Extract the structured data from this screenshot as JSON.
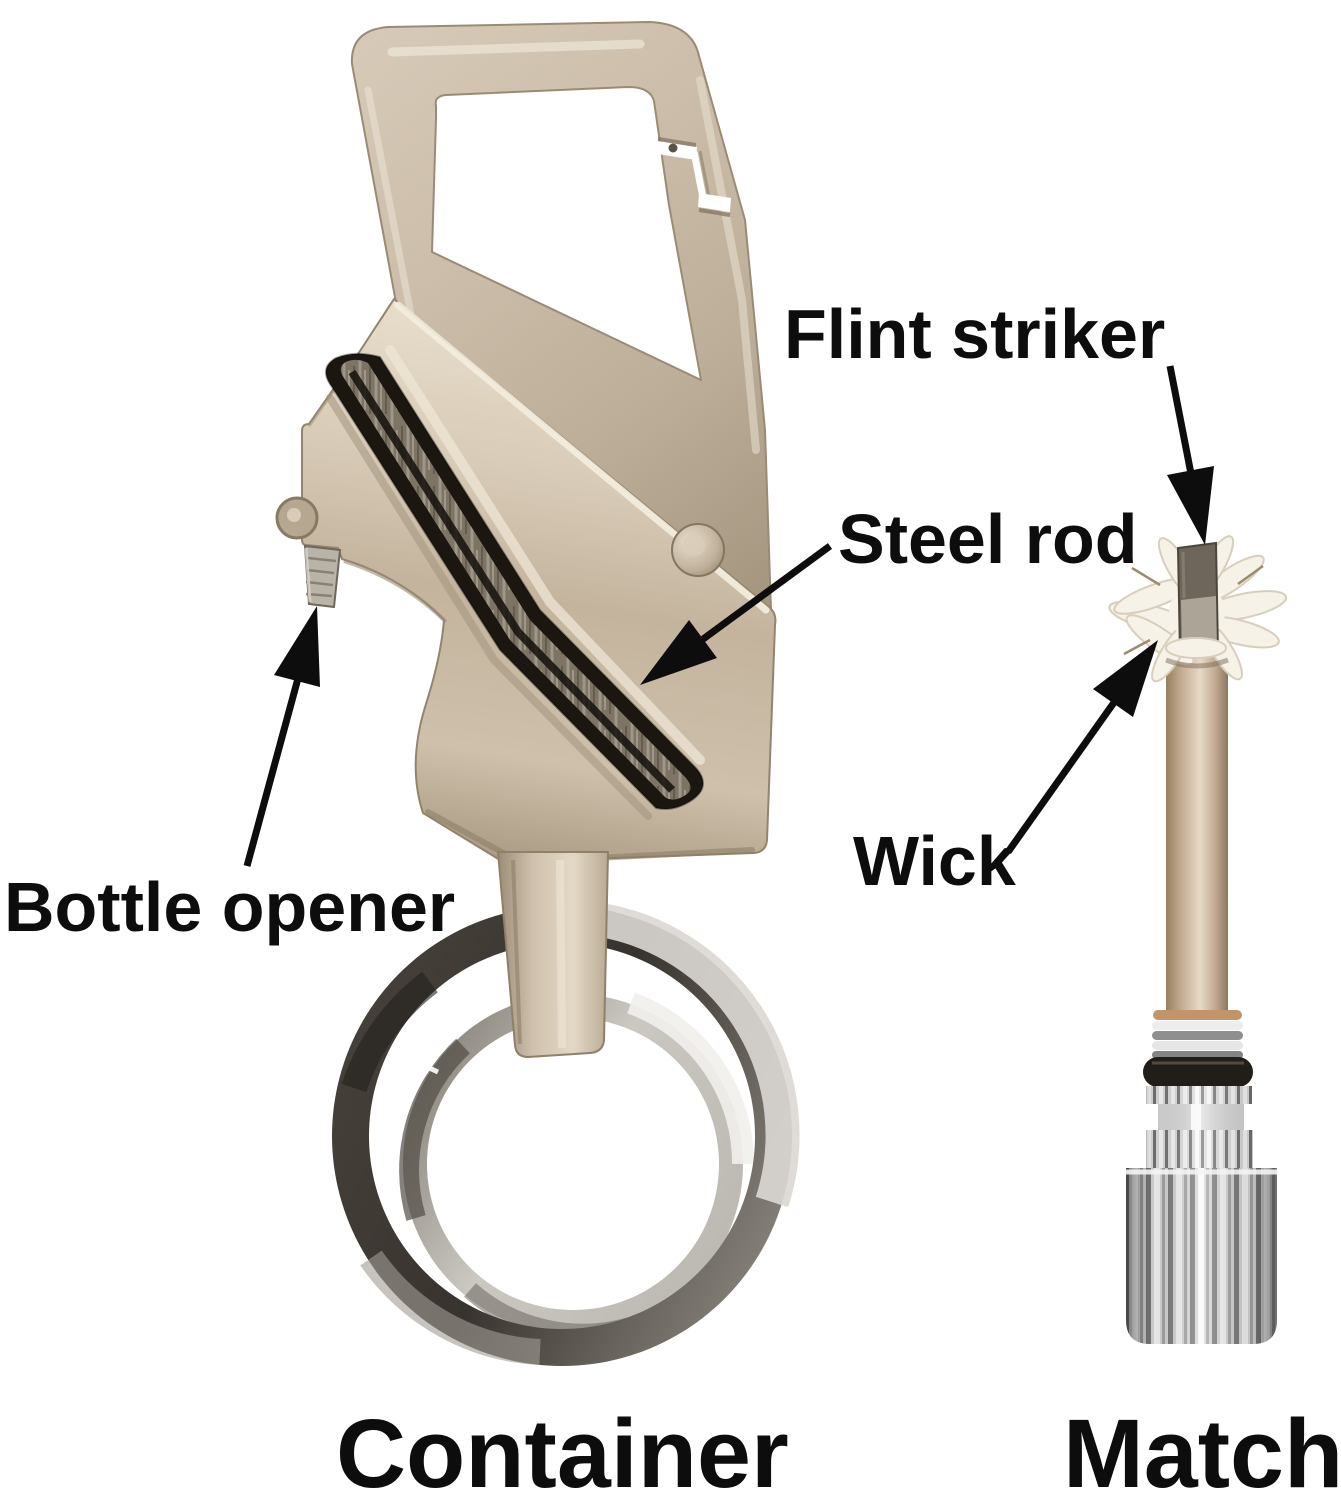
{
  "figure": {
    "type": "annotated-product-photo",
    "subject": "keychain carabiner flint fire starter with bottle opener, key rings and permanent match"
  },
  "labels": {
    "flint_striker": "Flint striker",
    "steel_rod": "Steel rod",
    "bottle_opener": "Bottle opener",
    "wick": "Wick",
    "container": "Container",
    "match": "Match"
  },
  "colors": {
    "background": "#ffffff",
    "text": "#0d0d0d",
    "arrow": "#0d0d0d",
    "body_champagne": "#c6b7a2",
    "body_highlight": "#eee5d5",
    "body_shadow": "#96876f",
    "slot_dark": "#1c1610",
    "steel_rod_metal": "#837b6d",
    "ring_dark": "#3d3833",
    "ring_silver": "#d9d6d2",
    "chrome": "#e9e9e9",
    "match_rod": "#c9b299",
    "wick_white": "#f7f2e8"
  }
}
